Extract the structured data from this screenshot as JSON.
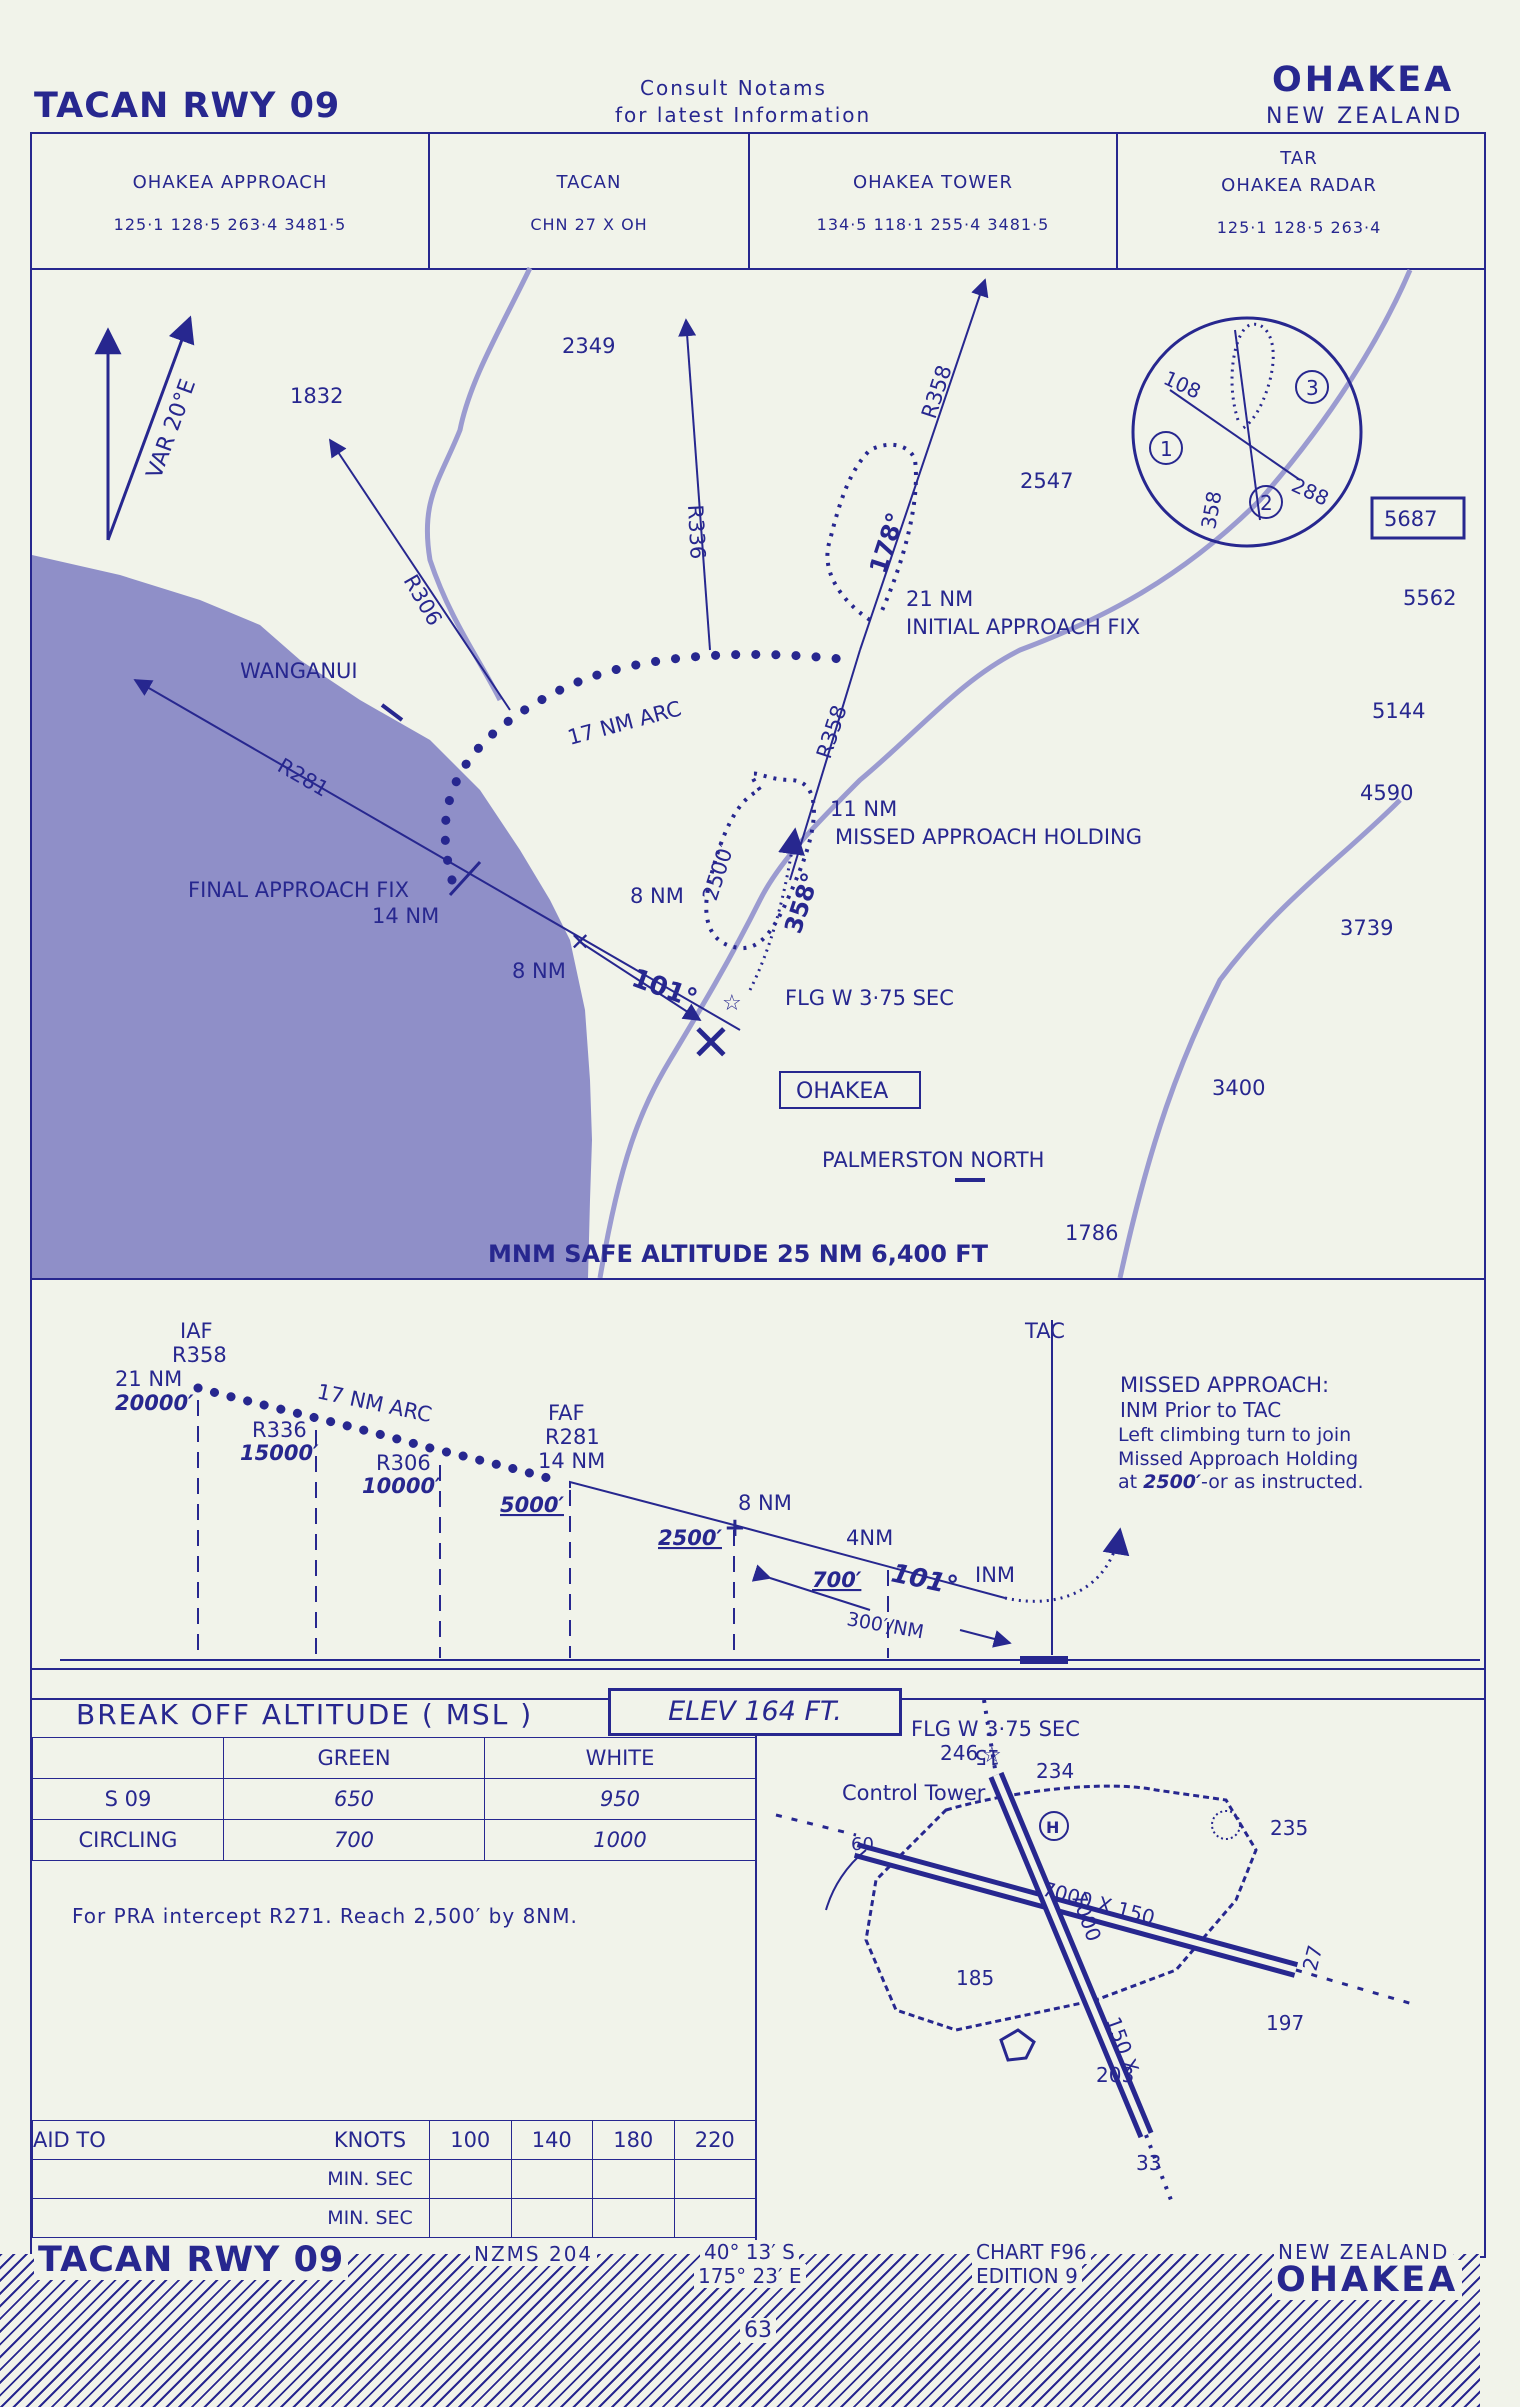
{
  "header": {
    "procedure": "TACAN RWY 09",
    "notams_line1": "Consult Notams",
    "notams_line2": "for latest Information",
    "airport": "OHAKEA",
    "country": "NEW ZEALAND"
  },
  "frequencies": [
    {
      "title": "OHAKEA APPROACH",
      "value": "125·1  128·5  263·4  3481·5"
    },
    {
      "title": "TACAN",
      "value": "CHN 27 X OH"
    },
    {
      "title": "OHAKEA TOWER",
      "value": "134·5  118·1  255·4  3481·5"
    },
    {
      "title_top": "TAR",
      "title": "OHAKEA RADAR",
      "value": "125·1  128·5  263·4"
    }
  ],
  "plan": {
    "var": "VAR 20°E",
    "spots": [
      "1832",
      "2349",
      "2547",
      "5562",
      "5144",
      "4590",
      "3739",
      "3400",
      "1786",
      "5687"
    ],
    "radials": [
      "R306",
      "R336",
      "R358",
      "R358",
      "R281"
    ],
    "arc": "17 NM ARC",
    "iaf_dist": "21 NM",
    "iaf_label": "INITIAL APPROACH FIX",
    "map_dist": "11 NM",
    "map_label": "MISSED APPROACH HOLDING",
    "faf_label": "FINAL APPROACH FIX",
    "faf_dist": "14 NM",
    "d8": "8 NM",
    "d8b": "8 NM",
    "hold_alt": "2500′",
    "inbound": "178°",
    "ma_track": "358°",
    "final_track": "101°",
    "beacon": "FLG W 3·75 SEC",
    "town1": "WANGANUI",
    "town2": "PALMERSTON NORTH",
    "aerodrome": "OHAKEA",
    "msa": "MNM SAFE ALTITUDE 25 NM   6,400 FT",
    "hold_numbers": [
      "108",
      "288",
      "358",
      "1",
      "2",
      "3"
    ]
  },
  "profile": {
    "iaf": "IAF",
    "iaf_r": "R358",
    "iaf_d": "21 NM",
    "iaf_alt": "20000′",
    "arc": "17 NM ARC",
    "r336": "R336",
    "r336_alt": "15000′",
    "r306": "R306",
    "r306_alt": "10000′",
    "faf": "FAF",
    "faf_r": "R281",
    "faf_d": "14 NM",
    "faf_alt": "5000′",
    "d8": "8 NM",
    "d8_alt": "2500′",
    "d4": "4NM",
    "d4_alt": "700′",
    "track": "101°",
    "inm": "INM",
    "grad": "300′/NM",
    "tac": "TAC",
    "ma_title": "MISSED APPROACH:",
    "ma_1": "INM  Prior to TAC",
    "ma_2": "Left climbing turn to join",
    "ma_3": "Missed Approach Holding",
    "ma_4a": "at ",
    "ma_4b": "2500′",
    "ma_4c": "-or as instructed."
  },
  "minima": {
    "title": "BREAK OFF ALTITUDE  ( MSL )",
    "elev": "ELEV   164   FT.",
    "col_green": "GREEN",
    "col_white": "WHITE",
    "rows": [
      {
        "label": "S 09",
        "green": "650",
        "white": "950"
      },
      {
        "label": "CIRCLING",
        "green": "700",
        "white": "1000"
      }
    ],
    "note": "For PRA intercept R271.  Reach 2,500′ by 8NM."
  },
  "timing": {
    "aid": "AID TO",
    "knots": "KNOTS",
    "speeds": [
      "100",
      "140",
      "180",
      "220"
    ],
    "minsec": "MIN. SEC"
  },
  "aerodrome": {
    "beacon": "FLG W 3·75 SEC",
    "b_elev": "246",
    "tower": "Control Tower",
    "t_elev": "234",
    "elevs": [
      "235",
      "185",
      "197",
      "203"
    ],
    "rwy_label1": "7000 X 150",
    "rwy_label2": "7000",
    "rwy_label3": "150 X",
    "rwy_nums": [
      "15",
      "27",
      "09",
      "33"
    ]
  },
  "footer": {
    "procedure": "TACAN RWY 09",
    "map": "NZMS  204",
    "lat": "40° 13′ S",
    "lon": "175° 23′ E",
    "chart": "CHART F96",
    "edition": "EDITION 9",
    "country": "NEW ZEALAND",
    "airport": "OHAKEA",
    "page": "63"
  }
}
